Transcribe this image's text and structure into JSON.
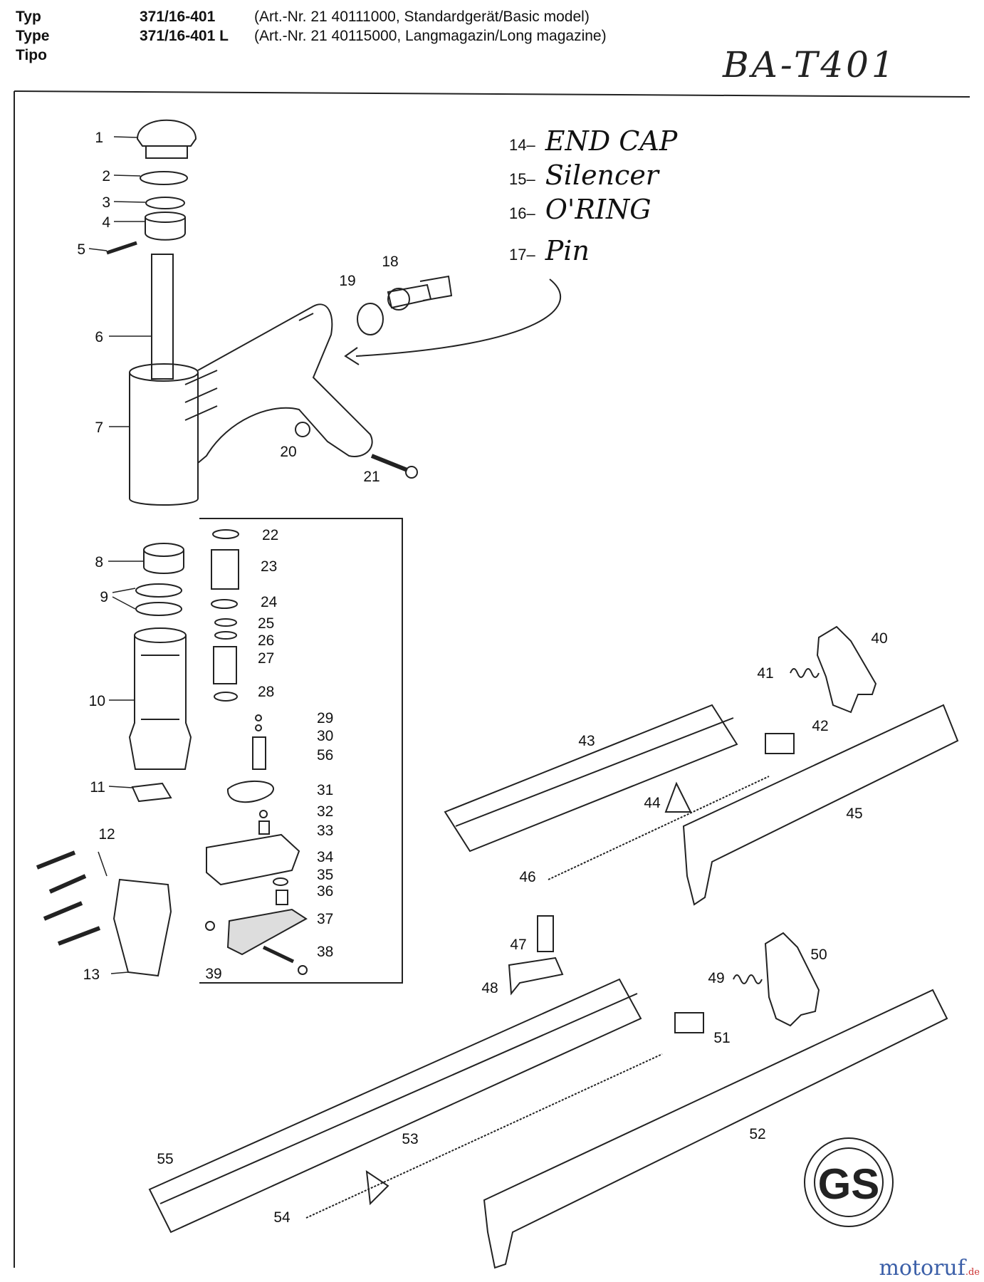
{
  "header": {
    "labels": [
      "Typ",
      "Type",
      "Tipo"
    ],
    "models": [
      "371/16-401",
      "371/16-401 L"
    ],
    "descriptions": [
      "(Art.-Nr. 21 40111000, Standardgerät/Basic model)",
      "(Art.-Nr. 21 40115000, Langmagazin/Long magazine)"
    ]
  },
  "doc_code": "BA-T401",
  "handwritten_legend": [
    {
      "num": "14",
      "label": "END CAP"
    },
    {
      "num": "15",
      "label": "Silencer"
    },
    {
      "num": "16",
      "label": "O'RING"
    },
    {
      "num": "17",
      "label": "Pin"
    }
  ],
  "parts": [
    "1",
    "2",
    "3",
    "4",
    "5",
    "6",
    "7",
    "8",
    "9",
    "10",
    "11",
    "12",
    "13",
    "18",
    "19",
    "20",
    "21",
    "22",
    "23",
    "24",
    "25",
    "26",
    "27",
    "28",
    "29",
    "30",
    "56",
    "31",
    "32",
    "33",
    "34",
    "35",
    "36",
    "37",
    "38",
    "39",
    "40",
    "41",
    "42",
    "43",
    "44",
    "45",
    "46",
    "47",
    "48",
    "49",
    "50",
    "51",
    "52",
    "53",
    "54",
    "55"
  ],
  "certification": "GS",
  "watermark": {
    "brand": "motoruf",
    "tld": ".de"
  }
}
